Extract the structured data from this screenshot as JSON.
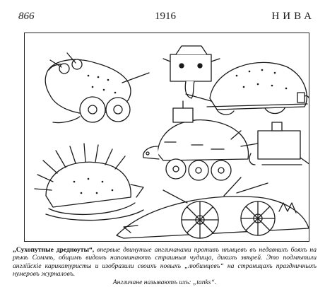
{
  "header": {
    "page_number": "866",
    "year": "1916",
    "magazine": "НИВА"
  },
  "caption": {
    "title": "„Сухопутные дредноуты“,",
    "body": " впервые двинутые англичанами противъ нѣмцевъ въ недавнихъ бояхъ на рѣкѣ Соммѣ, общимъ видомъ напоминаютъ страшныя чудища, дикихъ звѣрей. Это подмѣтили англійскіе карикатуристы и изобразили своихъ новыхъ „любимцевъ“ на страницахъ праздничныхъ нумеровъ журналовъ.",
    "last_line": "Англичане называютъ ихъ: „tanks“."
  }
}
